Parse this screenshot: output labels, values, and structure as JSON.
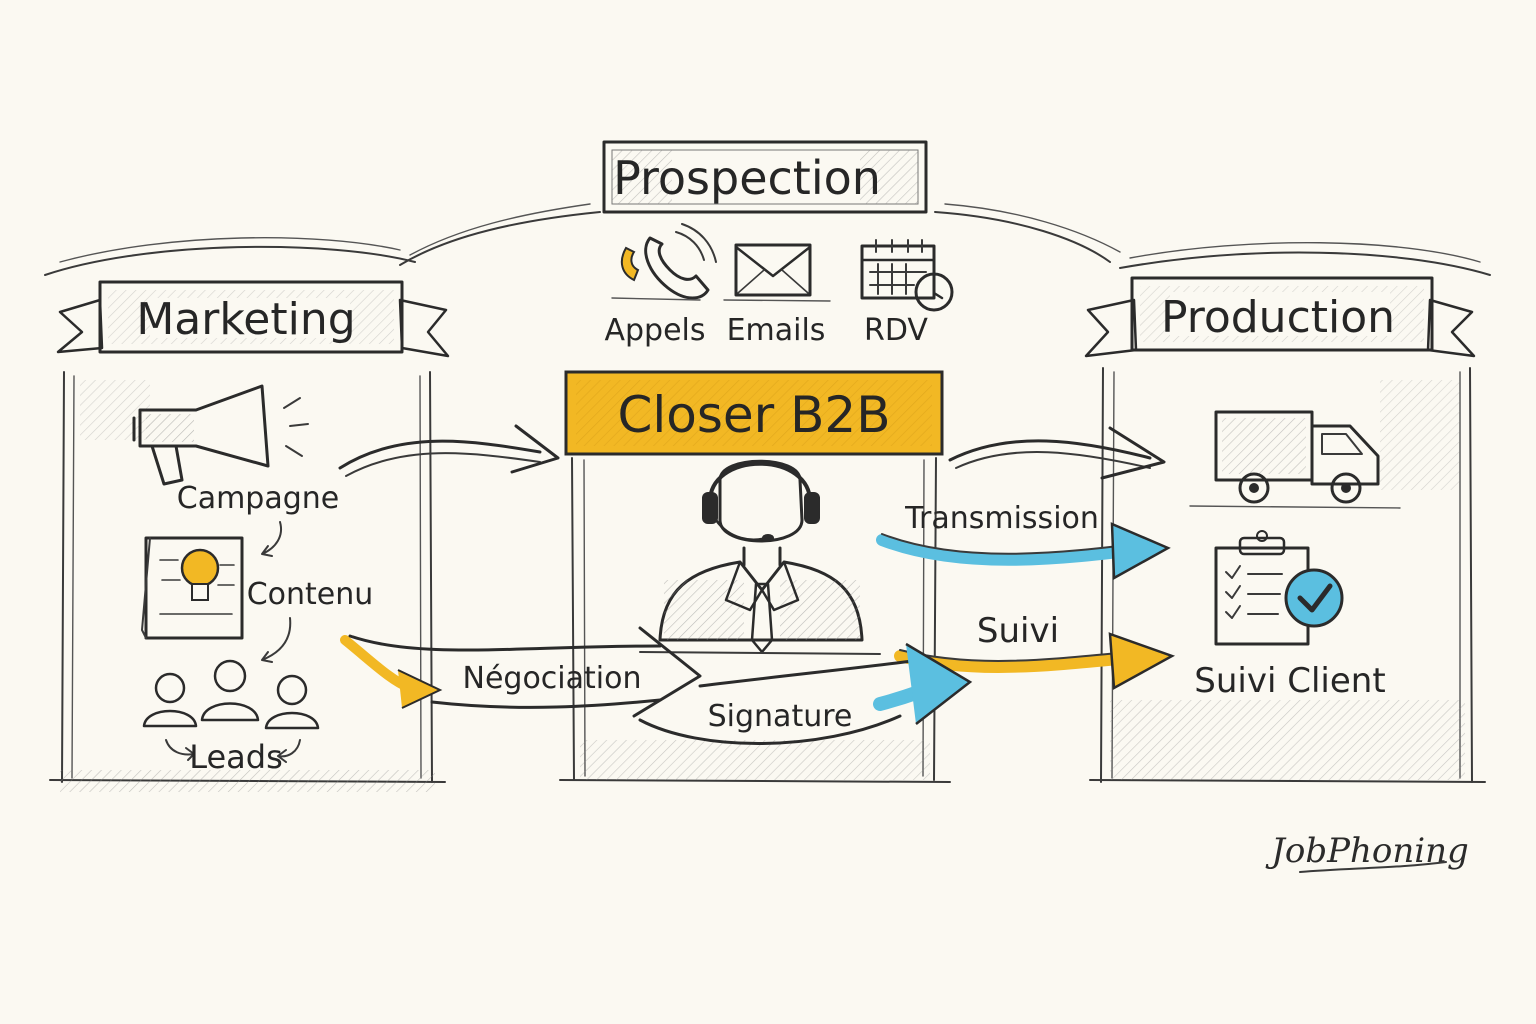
{
  "headers": {
    "prospection": "Prospection",
    "marketing": "Marketing",
    "production": "Production",
    "closer": "Closer B2B"
  },
  "prospection_items": {
    "appels": "Appels",
    "emails": "Emails",
    "rdv": "RDV"
  },
  "marketing_items": {
    "campagne": "Campagne",
    "contenu": "Contenu",
    "leads": "Leads"
  },
  "flows": {
    "negociation": "Négociation",
    "signature": "Signature",
    "transmission": "Transmission",
    "suivi": "Suivi"
  },
  "production_items": {
    "suivi_client": "Suivi Client"
  },
  "signature_logo": "JobPhoning",
  "colors": {
    "accent_yellow": "#f2b824",
    "accent_blue": "#5bbfe0",
    "ink": "#2b2b2b",
    "paper": "#fbf9f2"
  }
}
